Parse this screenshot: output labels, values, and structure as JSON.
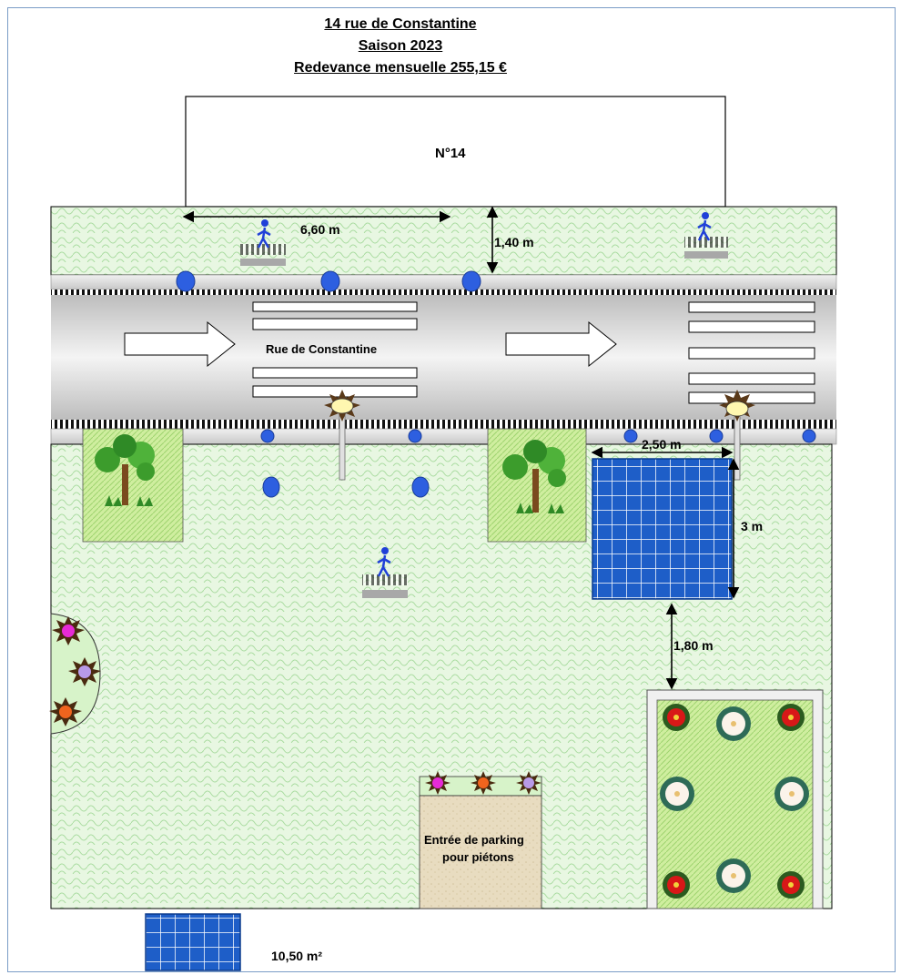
{
  "header": {
    "address": "14 rue de Constantine",
    "season": "Saison 2023",
    "fee": "Redevance mensuelle  255,15 €"
  },
  "building": {
    "label": "N°14"
  },
  "street": {
    "name": "Rue de Constantine"
  },
  "dimensions": {
    "length_top": "6,60 m",
    "sidewalk_width": "1,40 m",
    "terrace_width": "2,50 m",
    "terrace_depth": "3 m",
    "gap_to_garden": "1,80 m"
  },
  "parking": {
    "line1": "Entrée de parking",
    "line2": "pour piétons"
  },
  "legend": {
    "area": "10,50 m²"
  },
  "colors": {
    "grass": "#e4f6dd",
    "grass_pattern": "#8fd08a",
    "road": "#e6e6e6",
    "terrace": "#1e5ec8",
    "bollard": "#2d5fe0",
    "planter": "#c9ec9f",
    "parking_ground": "#e8dcc0"
  }
}
